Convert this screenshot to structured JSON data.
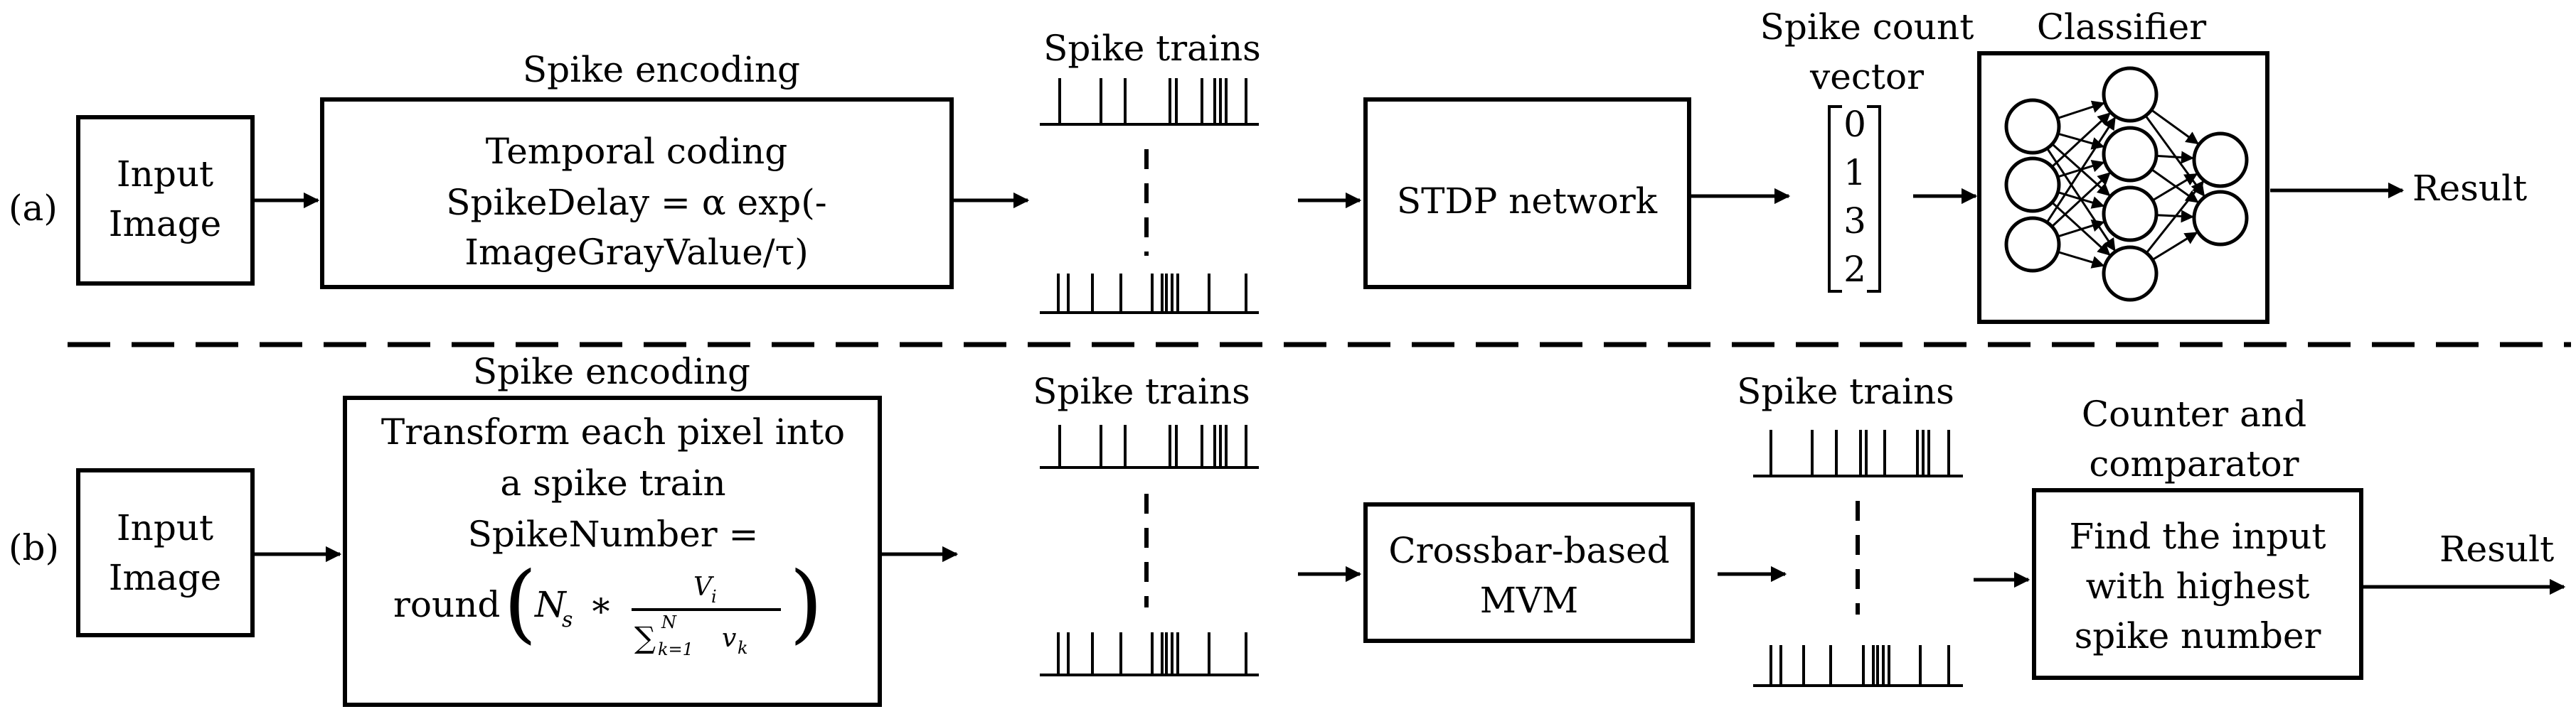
{
  "panel_a": {
    "tag": "(a)",
    "input_line1": "Input",
    "input_line2": "Image",
    "encoding_title": "Spike encoding",
    "encoding_line1": "Temporal coding",
    "encoding_line2": "SpikeDelay = α exp(-",
    "encoding_line3": "ImageGrayValue/τ)",
    "spike_trains_label": "Spike trains",
    "stdp_label": "STDP network",
    "count_label_line1": "Spike count",
    "count_label_line2": "vector",
    "vector_values": [
      "0",
      "1",
      "3",
      "2"
    ],
    "classifier_label": "Classifier",
    "result_label": "Result"
  },
  "panel_b": {
    "tag": "(b)",
    "input_line1": "Input",
    "input_line2": "Image",
    "encoding_title": "Spike encoding",
    "encoding_line1": "Transform each pixel into",
    "encoding_line2": "a spike train",
    "encoding_line3": "SpikeNumber =",
    "formula_round": "round",
    "formula_ns": "N",
    "formula_ns_sub": "s",
    "formula_star": "∗",
    "formula_num": "V",
    "formula_num_sub": "i",
    "formula_sum": "∑",
    "formula_sum_lower": "k=1",
    "formula_sum_upper": "N",
    "formula_den": "v",
    "formula_den_sub": "k",
    "spike_trains_label_1": "Spike trains",
    "crossbar_line1": "Crossbar-based",
    "crossbar_line2": "MVM",
    "spike_trains_label_2": "Spike trains",
    "counter_title_line1": "Counter and",
    "counter_title_line2": "comparator",
    "counter_line1": "Find the input",
    "counter_line2": "with highest",
    "counter_line3": "spike number",
    "result_label": "Result"
  },
  "colors": {
    "ink": "#000000",
    "background": "#ffffff"
  }
}
